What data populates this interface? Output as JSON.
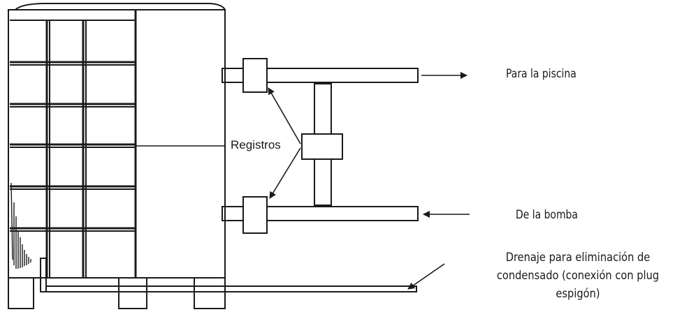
{
  "labels": {
    "to_pool": "Para la piscina",
    "from_pump": "De la bomba",
    "valves": "Registros",
    "drain": "Drenaje para eliminación de condensado (conexión con plug espigón)"
  },
  "colors": {
    "line": "#1a1a1a",
    "background": "#ffffff"
  }
}
